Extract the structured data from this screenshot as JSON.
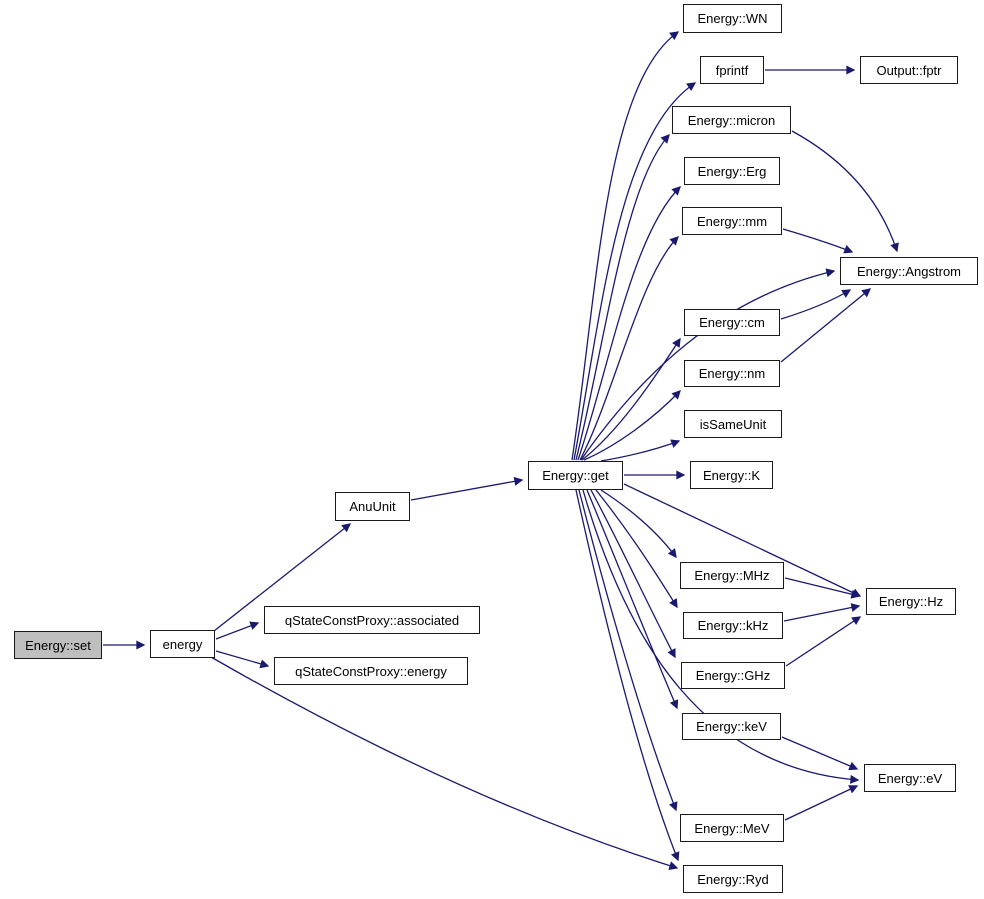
{
  "diagram": {
    "type": "call-graph",
    "nodes": {
      "set": {
        "label": "Energy::set",
        "highlighted": true
      },
      "energy": {
        "label": "energy"
      },
      "anuunit": {
        "label": "AnuUnit"
      },
      "assoc": {
        "label": "qStateConstProxy::associated"
      },
      "qenergy": {
        "label": "qStateConstProxy::energy"
      },
      "get": {
        "label": "Energy::get"
      },
      "wn": {
        "label": "Energy::WN"
      },
      "fprintf": {
        "label": "fprintf"
      },
      "fptr": {
        "label": "Output::fptr"
      },
      "micron": {
        "label": "Energy::micron"
      },
      "erg": {
        "label": "Energy::Erg"
      },
      "mm": {
        "label": "Energy::mm"
      },
      "angstrom": {
        "label": "Energy::Angstrom"
      },
      "cm": {
        "label": "Energy::cm"
      },
      "nm": {
        "label": "Energy::nm"
      },
      "issameunit": {
        "label": "isSameUnit"
      },
      "k": {
        "label": "Energy::K"
      },
      "mhz": {
        "label": "Energy::MHz"
      },
      "khz": {
        "label": "Energy::kHz"
      },
      "ghz": {
        "label": "Energy::GHz"
      },
      "hz": {
        "label": "Energy::Hz"
      },
      "kev": {
        "label": "Energy::keV"
      },
      "ev": {
        "label": "Energy::eV"
      },
      "mev": {
        "label": "Energy::MeV"
      },
      "ryd": {
        "label": "Energy::Ryd"
      }
    },
    "edges": [
      {
        "from": "Energy::set",
        "to": "energy"
      },
      {
        "from": "energy",
        "to": "AnuUnit"
      },
      {
        "from": "energy",
        "to": "qStateConstProxy::associated"
      },
      {
        "from": "energy",
        "to": "qStateConstProxy::energy"
      },
      {
        "from": "energy",
        "to": "Energy::Ryd"
      },
      {
        "from": "AnuUnit",
        "to": "Energy::get"
      },
      {
        "from": "Energy::get",
        "to": "Energy::WN"
      },
      {
        "from": "Energy::get",
        "to": "fprintf"
      },
      {
        "from": "Energy::get",
        "to": "Energy::micron"
      },
      {
        "from": "Energy::get",
        "to": "Energy::Erg"
      },
      {
        "from": "Energy::get",
        "to": "Energy::mm"
      },
      {
        "from": "Energy::get",
        "to": "Energy::Angstrom"
      },
      {
        "from": "Energy::get",
        "to": "Energy::cm"
      },
      {
        "from": "Energy::get",
        "to": "Energy::nm"
      },
      {
        "from": "Energy::get",
        "to": "isSameUnit"
      },
      {
        "from": "Energy::get",
        "to": "Energy::K"
      },
      {
        "from": "Energy::get",
        "to": "Energy::MHz"
      },
      {
        "from": "Energy::get",
        "to": "Energy::kHz"
      },
      {
        "from": "Energy::get",
        "to": "Energy::GHz"
      },
      {
        "from": "Energy::get",
        "to": "Energy::Hz"
      },
      {
        "from": "Energy::get",
        "to": "Energy::keV"
      },
      {
        "from": "Energy::get",
        "to": "Energy::eV"
      },
      {
        "from": "Energy::get",
        "to": "Energy::MeV"
      },
      {
        "from": "Energy::get",
        "to": "Energy::Ryd"
      },
      {
        "from": "fprintf",
        "to": "Output::fptr"
      },
      {
        "from": "Energy::micron",
        "to": "Energy::Angstrom"
      },
      {
        "from": "Energy::mm",
        "to": "Energy::Angstrom"
      },
      {
        "from": "Energy::cm",
        "to": "Energy::Angstrom"
      },
      {
        "from": "Energy::nm",
        "to": "Energy::Angstrom"
      },
      {
        "from": "Energy::MHz",
        "to": "Energy::Hz"
      },
      {
        "from": "Energy::kHz",
        "to": "Energy::Hz"
      },
      {
        "from": "Energy::GHz",
        "to": "Energy::Hz"
      },
      {
        "from": "Energy::keV",
        "to": "Energy::eV"
      },
      {
        "from": "Energy::MeV",
        "to": "Energy::eV"
      }
    ],
    "colors": {
      "edge": "#191970",
      "node_border": "#1a1a1a",
      "node_fill": "#ffffff",
      "highlighted_fill": "#bfbfbf",
      "background": "#ffffff"
    }
  }
}
